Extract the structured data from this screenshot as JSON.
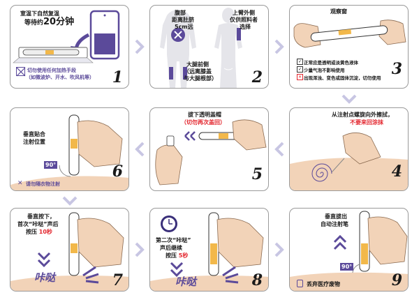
{
  "colors": {
    "accent": "#5b4a9a",
    "warning": "#e3262e",
    "skin": "#f2d3b8",
    "arrow": "#c8c6e3"
  },
  "panel1": {
    "number": "1",
    "line1": "室温下自然复温",
    "line2a": "等待约",
    "line2b": "20分钟",
    "warn1": "切勿使用任何加热手段",
    "warn2": "（如微波炉、开水、吹风机等）",
    "icon": "no-heat-icon"
  },
  "panel2": {
    "number": "2",
    "abdomen1": "腹部",
    "abdomen2": "距离肚脐",
    "abdomen3": "5cm远",
    "arm1": "上臂外侧",
    "arm2": "仅供照料者",
    "arm3": "选择",
    "thigh1": "大腿前侧",
    "thigh2": "（远离膝盖",
    "thigh3": "与大腿根部）"
  },
  "panel3": {
    "number": "3",
    "window": "观察窗",
    "item1": "正常应是透明或淡黄色液体",
    "item2": "少量气泡不影响使用",
    "item3": "出现浑浊、变色或固体沉淀，切勿使用"
  },
  "panel4": {
    "number": "4",
    "line1": "从注射点螺旋向外擦拭，",
    "line2": "不要来回涂抹"
  },
  "panel5": {
    "number": "5",
    "line1": "拔下透明盖帽",
    "line2": "（切勿再次盖回）"
  },
  "panel6": {
    "number": "6",
    "line1": "垂直贴合",
    "line2": "注射位置",
    "angle": "90°",
    "warn": "请勿隔衣物注射"
  },
  "panel7": {
    "number": "7",
    "line1": "垂直按下，",
    "line2": "首次“咔哒”声后",
    "line3a": "按压",
    "line3b": "10秒",
    "click": "咔哒"
  },
  "panel8": {
    "number": "8",
    "line1": "第二次“咔哒”",
    "line2": "声后继续",
    "line3a": "按压",
    "line3b": "5秒",
    "click": "咔哒"
  },
  "panel9": {
    "number": "9",
    "line1": "垂直拔出",
    "line2": "自动注射笔",
    "angle": "90°",
    "dispose": "丢弃医疗废物"
  }
}
